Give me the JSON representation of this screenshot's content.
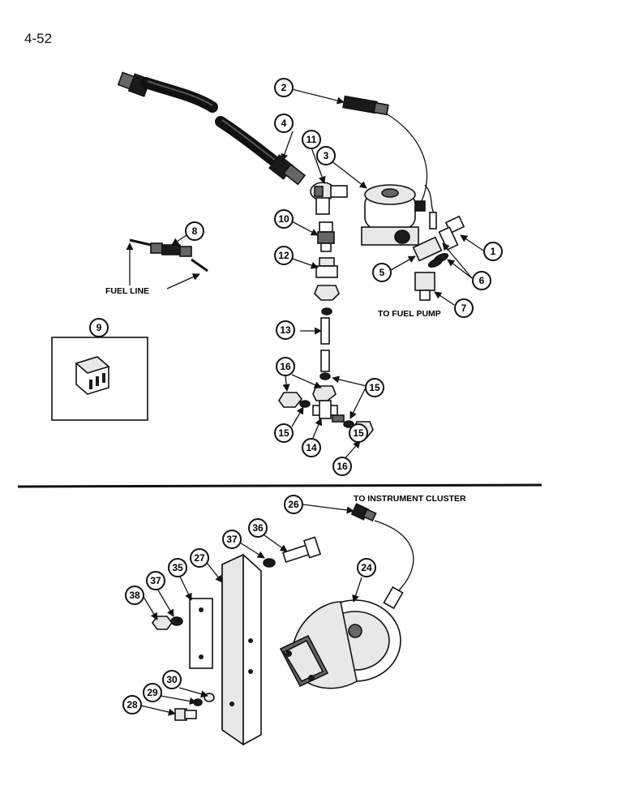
{
  "page_number": "4-52",
  "labels": {
    "fuel_line": "FUEL LINE",
    "to_fuel_pump": "TO FUEL PUMP",
    "to_instrument_cluster": "TO INSTRUMENT CLUSTER"
  },
  "callouts": {
    "c1": "1",
    "c2": "2",
    "c3": "3",
    "c4": "4",
    "c5": "5",
    "c6": "6",
    "c7": "7",
    "c8": "8",
    "c9": "9",
    "c10": "10",
    "c11": "11",
    "c12": "12",
    "c13": "13",
    "c14": "14",
    "c15a": "15",
    "c15b": "15",
    "c15c": "15",
    "c16a": "16",
    "c16b": "16",
    "c24": "24",
    "c26": "26",
    "c27": "27",
    "c28": "28",
    "c29": "29",
    "c30": "30",
    "c35": "35",
    "c36": "36",
    "c37a": "37",
    "c37b": "37",
    "c38": "38"
  }
}
